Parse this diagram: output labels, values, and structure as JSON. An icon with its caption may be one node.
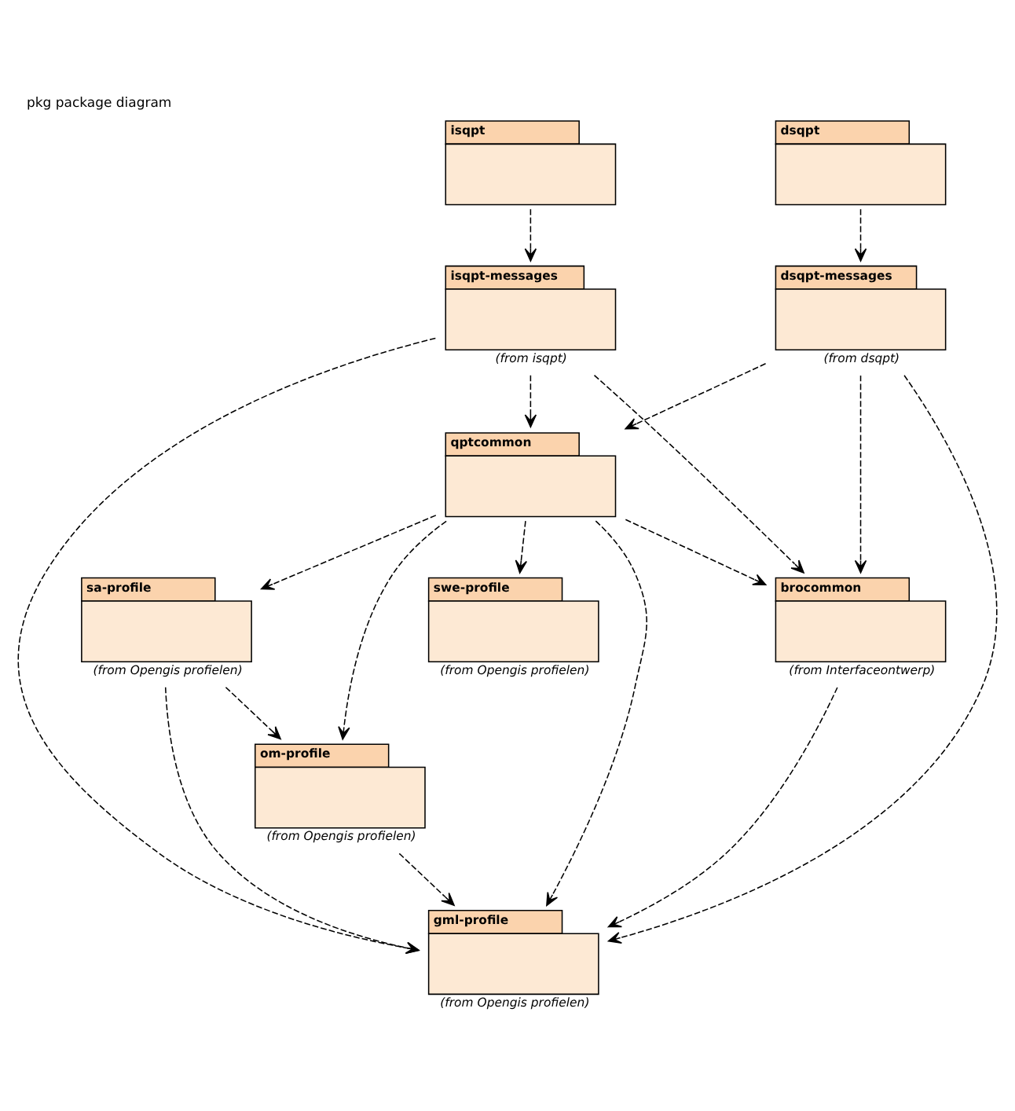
{
  "diagram": {
    "title": "pkg package diagram",
    "nodes": [
      {
        "text": [
          "isqpt"
        ]
      },
      {
        "text": [
          "dsqpt"
        ]
      },
      {
        "text": [
          "isqpt-messages"
        ],
        "beside": [
          "(from isqpt)"
        ]
      },
      {
        "text": [
          "dsqpt-messages"
        ],
        "beside": [
          "(from dsqpt)"
        ]
      },
      {
        "text": [
          "qptcommon"
        ]
      },
      {
        "text": [
          "swe-profile"
        ],
        "beside": [
          "(from Opengis profielen)"
        ]
      },
      {
        "text": [
          "brocommon"
        ],
        "beside": [
          "(from Interfaceontwerp)"
        ]
      },
      {
        "text": [
          "sa-profile"
        ],
        "beside": [
          "(from Opengis profielen)"
        ]
      },
      {
        "text": [
          "gml-profile"
        ],
        "beside": [
          "(from Opengis profielen)"
        ]
      },
      {
        "text": [
          "om-profile"
        ],
        "beside": [
          "(from Opengis profielen)"
        ]
      }
    ],
    "edges": [
      {
        "from": 0,
        "to": 2,
        "arrow": "to",
        "style": "dashed"
      },
      {
        "from": 1,
        "to": 3,
        "arrow": "to",
        "style": "dashed"
      },
      {
        "from": 2,
        "to": 4,
        "arrow": "to",
        "style": "dashed"
      },
      {
        "from": 2,
        "to": 6,
        "arrow": "to",
        "style": "dashed"
      },
      {
        "from": 2,
        "to": 8,
        "arrow": "to",
        "style": "dashed"
      },
      {
        "from": 3,
        "to": 4,
        "arrow": "to",
        "style": "dashed"
      },
      {
        "from": 3,
        "to": 6,
        "arrow": "to",
        "style": "dashed"
      },
      {
        "from": 3,
        "to": 8,
        "arrow": "to",
        "style": "dashed"
      },
      {
        "from": 4,
        "to": 5,
        "arrow": "to",
        "style": "dashed"
      },
      {
        "from": 4,
        "to": 7,
        "arrow": "to",
        "style": "dashed"
      },
      {
        "from": 4,
        "to": 9,
        "arrow": "to",
        "style": "dashed"
      },
      {
        "from": 4,
        "to": 6,
        "arrow": "to",
        "style": "dashed"
      },
      {
        "from": 4,
        "to": 8,
        "arrow": "to",
        "style": "dashed"
      },
      {
        "from": 6,
        "to": 8,
        "arrow": "to",
        "style": "dashed"
      },
      {
        "from": 7,
        "to": 8,
        "arrow": "to",
        "style": "dashed"
      },
      {
        "from": 7,
        "to": 9,
        "arrow": "to",
        "style": "dashed"
      },
      {
        "from": 9,
        "to": 8,
        "arrow": "to",
        "style": "dashed"
      }
    ]
  }
}
